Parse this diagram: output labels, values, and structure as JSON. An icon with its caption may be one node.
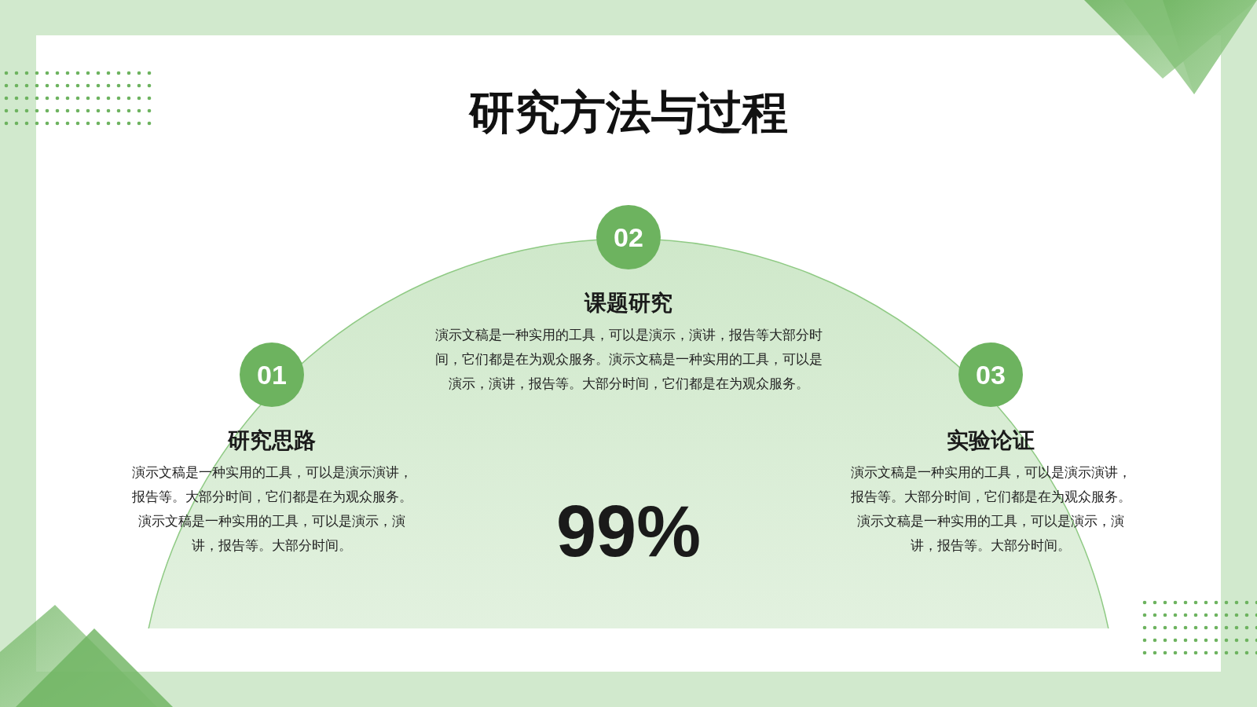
{
  "diagram": {
    "title": "研究方法与过程",
    "nodes": [
      {
        "text": [
          "01"
        ],
        "beside": [
          "研究思路",
          "演示文稿是一种实用的工具，可以是演示演讲，报告等。大部分时间，它们都是在为观众服务。演示文稿是一种实用的工具，可以是演示，演讲，报告等。大部分时间。"
        ]
      },
      {
        "text": [
          "02"
        ],
        "beside": [
          "课题研究",
          "演示文稿是一种实用的工具，可以是演示，演讲，报告等大部分时间，它们都是在为观众服务。演示文稿是一种实用的工具，可以是演示，演讲，报告等。大部分时间，它们都是在为观众服务。"
        ]
      },
      {
        "text": [
          "03"
        ],
        "beside": [
          "实验论证",
          "演示文稿是一种实用的工具，可以是演示演讲，报告等。大部分时间，它们都是在为观众服务。演示文稿是一种实用的工具，可以是演示，演讲，报告等。大部分时间。"
        ]
      }
    ],
    "edges": [],
    "labels": [
      "99%"
    ]
  }
}
